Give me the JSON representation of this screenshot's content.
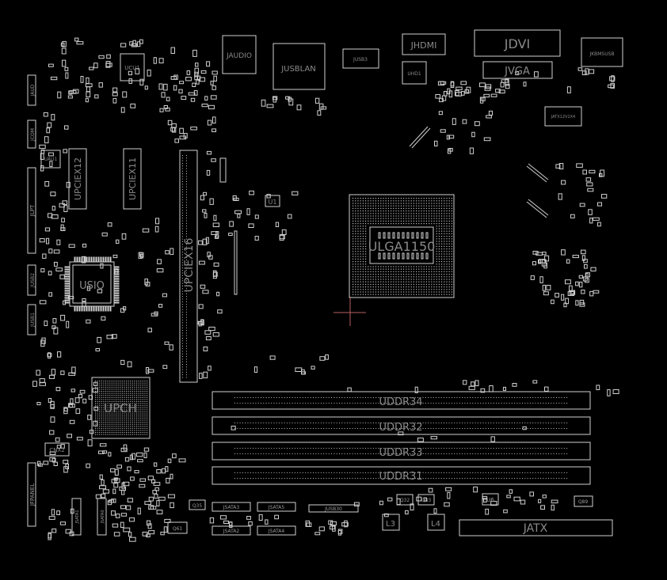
{
  "colors": {
    "background": "#000000",
    "outline": "#d0d0d0",
    "label": "#8a8a8a",
    "cursor": "#b86060"
  },
  "components": {
    "jaudio": "JAUDIO",
    "jusblan": "JUSBLAN",
    "jusb3": "JUSB3",
    "jhdmi": "JHDMI",
    "jdvi": "JDVI",
    "jvga": "JVGA",
    "jkbmsusb": "JKBMSUSB",
    "jatx12v": "JATX12V2X4",
    "ucu1": "UCU1",
    "uhd1": "UHD1",
    "uau1": "UAU1",
    "upciex1_2": "UPCIEX12",
    "upciex1_1": "UPCIEX11",
    "upciex16": "UPCIEX16",
    "u1": "U1",
    "usio": "USIO",
    "upch": "UPCH",
    "cnx2": "CNX2",
    "lga": "ULGA1150",
    "uddr34": "UDDR34",
    "uddr32": "UDDR32",
    "uddr33": "UDDR33",
    "uddr31": "UDDR31",
    "jatx": "JATX",
    "jsata3": "JSATA3",
    "jsata5": "JSATA5",
    "jsata2": "JSATA2",
    "jsata4": "JSATA4",
    "jusb30": "JUSB30",
    "q35": "Q35",
    "q61": "Q61",
    "q32": "Q32",
    "q83": "Q83",
    "q89": "Q89",
    "u6": "U6",
    "l3": "L3",
    "l4": "L4",
    "jaud": "JAUD",
    "jcom": "JCOM",
    "jlpt": "JLPT",
    "jusb2": "JUSB2",
    "jusb1": "JUSB1",
    "jfpanel": "JFPANEL",
    "jsata1": "JSATA1",
    "jsata0": "JSATA0"
  }
}
